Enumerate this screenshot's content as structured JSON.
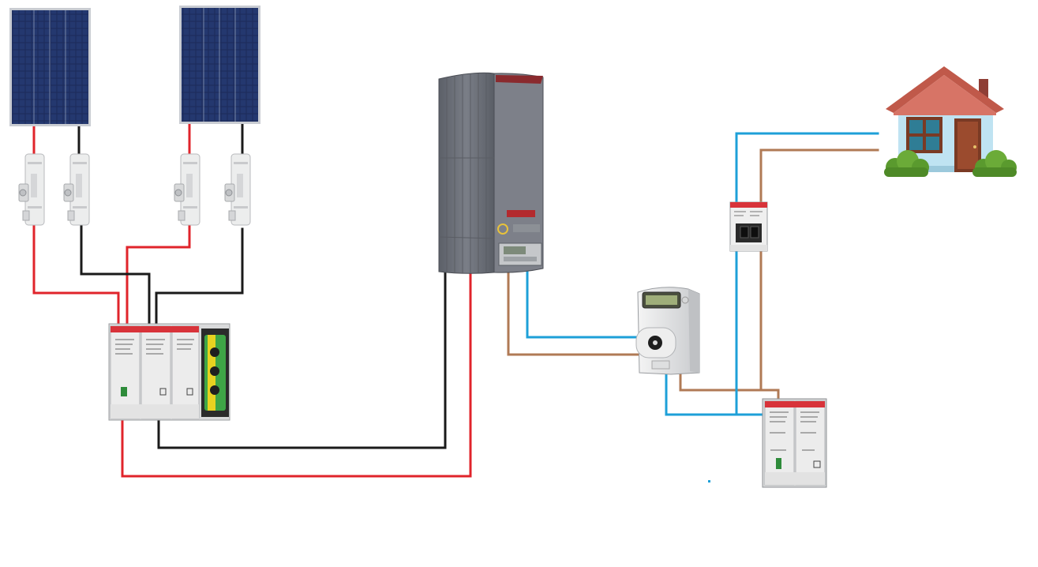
{
  "diagram": {
    "components": [
      {
        "name": "solar-panel-1",
        "icon": "solar-panel-icon"
      },
      {
        "name": "solar-panel-2",
        "icon": "solar-panel-icon"
      },
      {
        "name": "dc-fuse-holder-1",
        "icon": "fuse-holder-icon"
      },
      {
        "name": "dc-fuse-holder-2",
        "icon": "fuse-holder-icon"
      },
      {
        "name": "dc-fuse-holder-3",
        "icon": "fuse-holder-icon"
      },
      {
        "name": "dc-fuse-holder-4",
        "icon": "fuse-holder-icon"
      },
      {
        "name": "dc-surge-protector-box",
        "icon": "surge-protector-icon"
      },
      {
        "name": "inverter",
        "icon": "inverter-icon"
      },
      {
        "name": "energy-meter",
        "icon": "meter-icon"
      },
      {
        "name": "ac-circuit-breaker",
        "icon": "breaker-icon"
      },
      {
        "name": "ac-surge-protector",
        "icon": "surge-protector-icon"
      },
      {
        "name": "house",
        "icon": "house-icon"
      }
    ],
    "wire_colors": {
      "dc_positive": "#e0242b",
      "dc_negative": "#1a1a1a",
      "ac_neutral": "#1ea0d8",
      "ac_phase": "#b07a55"
    },
    "colors": {
      "panel": "#1c2c5c",
      "panel_frame": "#c9ccd2",
      "inverter_body": "#6d717a",
      "device_red_band": "#d8333a",
      "house_roof": "#c0594a",
      "house_wall": "#bfe3f2",
      "bush": "#5a9a2e"
    }
  }
}
